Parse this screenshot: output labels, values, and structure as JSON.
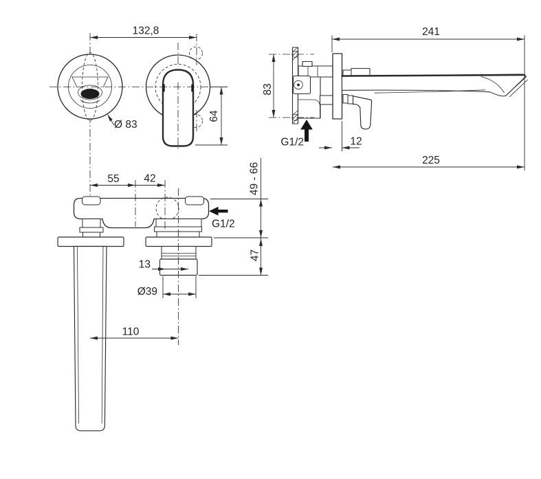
{
  "colors": {
    "ink": "#2b2b2b",
    "paper": "#ffffff"
  },
  "views": {
    "front": {
      "dims": {
        "center_distance": "132,8",
        "escutcheon_diameter": "Ø 83",
        "handle_drop": "64"
      }
    },
    "side": {
      "dims": {
        "total_projection": "241",
        "body_height": "83",
        "inlet_thread": "G1/2",
        "plate_thickness": "12",
        "spout_projection": "225"
      }
    },
    "plan": {
      "dims": {
        "spout_offset": "55",
        "port_offset": "42",
        "wall_depth_range": "49 - 66",
        "fixing_depth": "47",
        "side_thread": "G1/2",
        "step_width": "13",
        "fitting_diameter": "Ø39",
        "center_distance": "110"
      }
    }
  }
}
